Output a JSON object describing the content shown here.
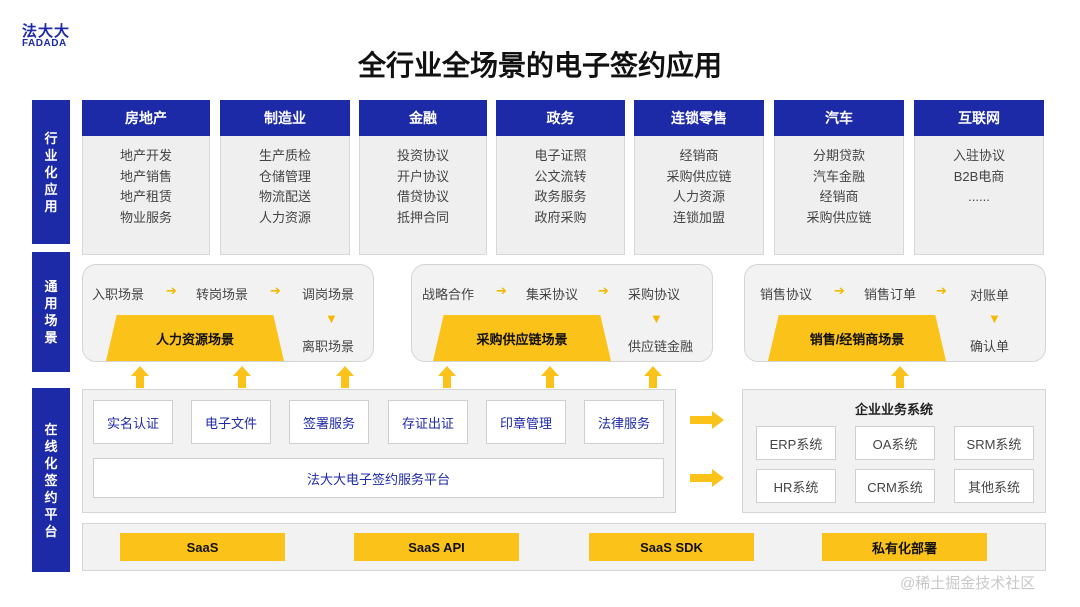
{
  "logo": {
    "main": "法大大",
    "sub": "FADADA"
  },
  "title": "全行业全场景的电子签约应用",
  "side_labels": {
    "industry": "行业化应用",
    "general": "通用场景",
    "platform": "在线化签约平台"
  },
  "industries": [
    {
      "name": "房地产",
      "items": [
        "地产开发",
        "地产销售",
        "地产租赁",
        "物业服务"
      ]
    },
    {
      "name": "制造业",
      "items": [
        "生产质检",
        "仓储管理",
        "物流配送",
        "人力资源"
      ]
    },
    {
      "name": "金融",
      "items": [
        "投资协议",
        "开户协议",
        "借贷协议",
        "抵押合同"
      ]
    },
    {
      "name": "政务",
      "items": [
        "电子证照",
        "公文流转",
        "政务服务",
        "政府采购"
      ]
    },
    {
      "name": "连锁零售",
      "items": [
        "经销商",
        "采购供应链",
        "人力资源",
        "连锁加盟"
      ]
    },
    {
      "name": "汽车",
      "items": [
        "分期贷款",
        "汽车金融",
        "经销商",
        "采购供应链"
      ]
    },
    {
      "name": "互联网",
      "items": [
        "入驻协议",
        "B2B电商",
        "......"
      ]
    }
  ],
  "scenarios": [
    {
      "name": "人力资源场景",
      "steps": [
        "入职场景",
        "转岗场景",
        "调岗场景",
        "离职场景"
      ]
    },
    {
      "name": "采购供应链场景",
      "steps": [
        "战略合作",
        "集采协议",
        "采购协议",
        "供应链金融"
      ]
    },
    {
      "name": "销售/经销商场景",
      "steps": [
        "销售协议",
        "销售订单",
        "对账单",
        "确认单"
      ]
    }
  ],
  "platform": {
    "services": [
      "实名认证",
      "电子文件",
      "签署服务",
      "存证出证",
      "印章管理",
      "法律服务"
    ],
    "platform_name": "法大大电子签约服务平台",
    "enterprise": {
      "title": "企业业务系统",
      "systems": [
        "ERP系统",
        "OA系统",
        "SRM系统",
        "HR系统",
        "CRM系统",
        "其他系统"
      ]
    }
  },
  "deployment": [
    "SaaS",
    "SaaS API",
    "SaaS SDK",
    "私有化部署"
  ],
  "watermark": "@稀土掘金技术社区",
  "colors": {
    "brand_blue": "#1d2aa8",
    "accent_yellow": "#fbc21a",
    "panel_gray": "#f2f2f2"
  }
}
